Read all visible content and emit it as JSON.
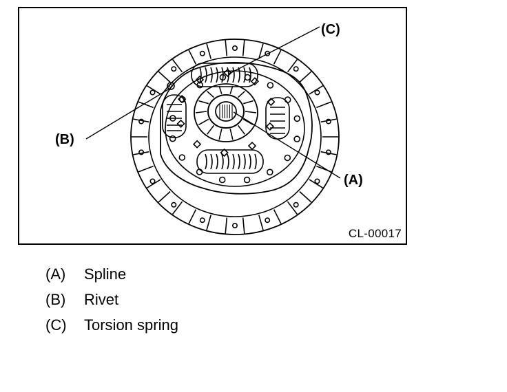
{
  "figure": {
    "code": "CL-00017",
    "callouts": [
      {
        "id": "A",
        "label": "(A)"
      },
      {
        "id": "B",
        "label": "(B)"
      },
      {
        "id": "C",
        "label": "(C)"
      }
    ]
  },
  "legend": [
    {
      "key": "(A)",
      "text": "Spline"
    },
    {
      "key": "(B)",
      "text": "Rivet"
    },
    {
      "key": "(C)",
      "text": "Torsion spring"
    }
  ]
}
